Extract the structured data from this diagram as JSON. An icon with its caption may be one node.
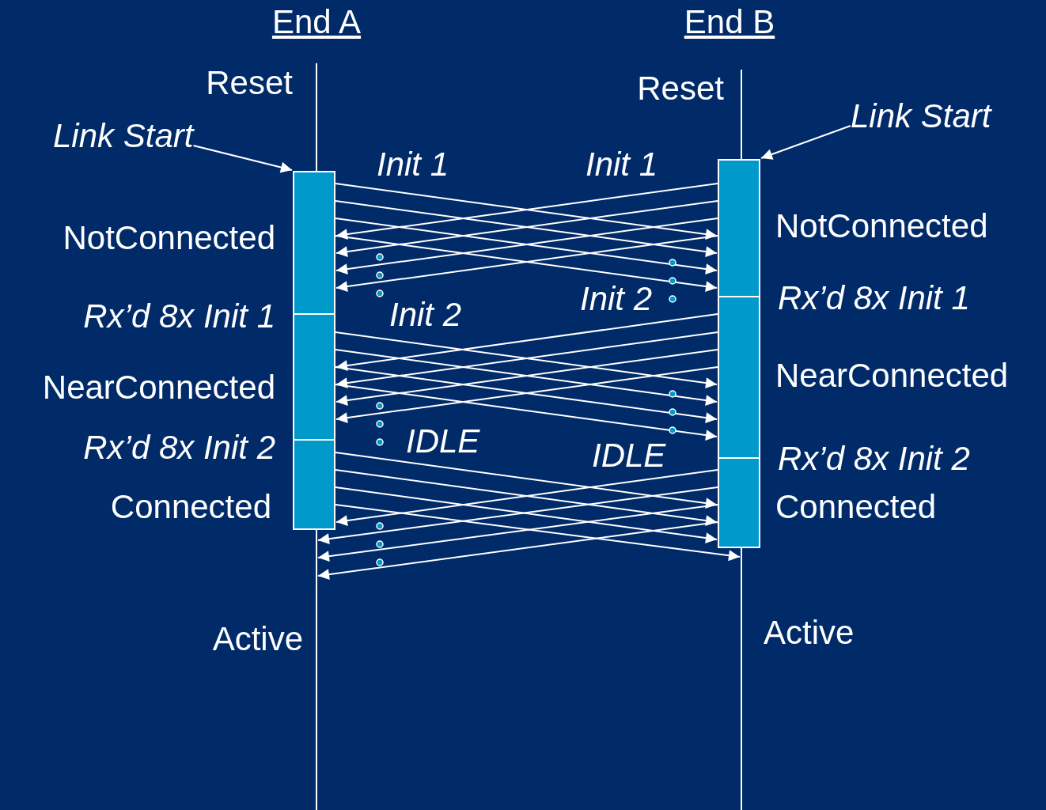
{
  "diagram": {
    "nodes": [
      {
        "text": [],
        "shape": "line"
      },
      {
        "text": [],
        "shape": "line"
      },
      {
        "text": [],
        "shape": "bar"
      },
      {
        "text": [],
        "shape": "bar"
      },
      {
        "text": [],
        "shape": "bar"
      },
      {
        "text": [],
        "shape": "bar"
      },
      {
        "text": [],
        "shape": "bar"
      },
      {
        "text": [],
        "shape": "bar"
      },
      {
        "text": [
          "Link Start"
        ]
      },
      {
        "text": [
          "Link Start"
        ]
      }
    ],
    "edges": [
      {
        "from": 8,
        "to": 2,
        "arrow": "to"
      },
      {
        "from": 9,
        "to": 5,
        "arrow": "to"
      },
      {
        "from": 2,
        "to": 5,
        "arrow": "to"
      },
      {
        "from": 2,
        "to": 5,
        "arrow": "to"
      },
      {
        "from": 2,
        "to": 5,
        "arrow": "to"
      },
      {
        "from": 2,
        "to": 5,
        "arrow": "to"
      },
      {
        "from": 5,
        "to": 2,
        "arrow": "to"
      },
      {
        "from": 5,
        "to": 2,
        "arrow": "to"
      },
      {
        "from": 5,
        "to": 2,
        "arrow": "to"
      },
      {
        "from": 5,
        "to": 2,
        "arrow": "to"
      },
      {
        "from": 3,
        "to": 6,
        "arrow": "to"
      },
      {
        "from": 3,
        "to": 6,
        "arrow": "to"
      },
      {
        "from": 3,
        "to": 6,
        "arrow": "to"
      },
      {
        "from": 3,
        "to": 6,
        "arrow": "to"
      },
      {
        "from": 6,
        "to": 3,
        "arrow": "to"
      },
      {
        "from": 6,
        "to": 3,
        "arrow": "to"
      },
      {
        "from": 6,
        "to": 3,
        "arrow": "to"
      },
      {
        "from": 6,
        "to": 3,
        "arrow": "to"
      },
      {
        "from": 4,
        "to": 7,
        "arrow": "to"
      },
      {
        "from": 4,
        "to": 7,
        "arrow": "to"
      },
      {
        "from": 4,
        "to": 7,
        "arrow": "to"
      },
      {
        "from": 4,
        "to": 1,
        "arrow": "to"
      },
      {
        "from": 7,
        "to": 4,
        "arrow": "to"
      },
      {
        "from": 7,
        "to": 0,
        "arrow": "to"
      },
      {
        "from": 7,
        "to": 0,
        "arrow": "to"
      },
      {
        "from": 7,
        "to": 0,
        "arrow": "to"
      }
    ],
    "labels": [
      "End A",
      "End B",
      "Reset",
      "Reset",
      "Init 1",
      "Init 1",
      "NotConnected",
      "NotConnected",
      "Rx’d 8x Init 1",
      "Init 2",
      "Init 2",
      "Rx’d 8x Init 1",
      "NearConnected",
      "NearConnected",
      "Rx’d 8x Init 2",
      "IDLE",
      "IDLE",
      "Rx’d 8x Init 2",
      "Connected",
      "Connected",
      "Active",
      "Active"
    ]
  }
}
